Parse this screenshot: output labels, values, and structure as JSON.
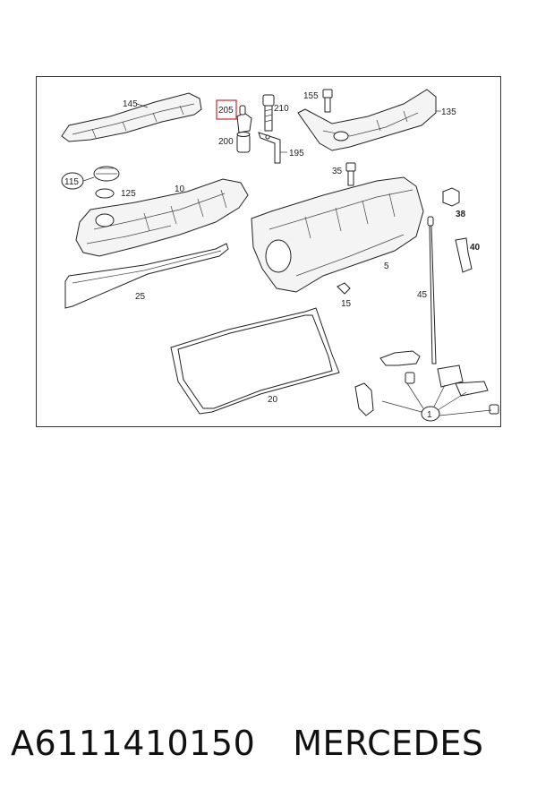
{
  "diagram": {
    "highlight_color": "#d9343a",
    "callouts": {
      "c145": "145",
      "c205": "205",
      "c210": "210",
      "c200": "200",
      "c155": "155",
      "c135": "135",
      "c195": "195",
      "c35": "35",
      "c115": "115",
      "c125": "125",
      "c10": "10",
      "c38": "38",
      "c40": "40",
      "c5": "5",
      "c25": "25",
      "c45": "45",
      "c15": "15",
      "c20": "20",
      "c1": "1"
    }
  },
  "footer": {
    "part_number": "A6111410150",
    "brand": "MERCEDES"
  }
}
